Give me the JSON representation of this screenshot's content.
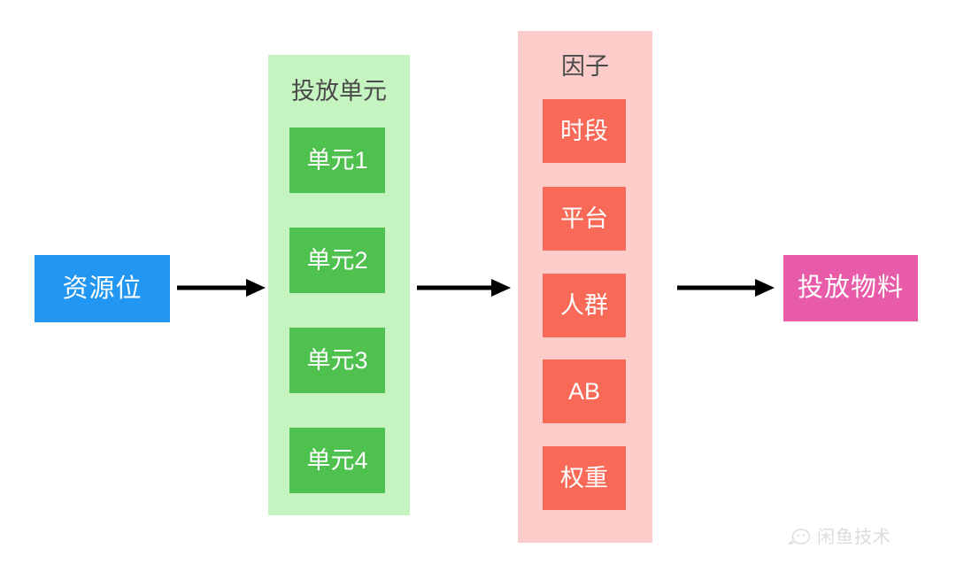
{
  "diagram": {
    "source_node": {
      "label": "资源位",
      "color": "#2196f3"
    },
    "units_group": {
      "title": "投放单元",
      "color": "#c6f4c0",
      "item_color": "#4ec14e",
      "items": [
        {
          "label": "单元1"
        },
        {
          "label": "单元2"
        },
        {
          "label": "单元3"
        },
        {
          "label": "单元4"
        }
      ]
    },
    "factors_group": {
      "title": "因子",
      "color": "#fccccb",
      "item_color": "#f86a57",
      "items": [
        {
          "label": "时段"
        },
        {
          "label": "平台"
        },
        {
          "label": "人群"
        },
        {
          "label": "AB"
        },
        {
          "label": "权重"
        }
      ]
    },
    "output_node": {
      "label": "投放物料",
      "color": "#e75ba8"
    },
    "arrows": [
      {
        "name": "arrow-source-to-units"
      },
      {
        "name": "arrow-units-to-factors"
      },
      {
        "name": "arrow-factors-to-output"
      }
    ],
    "watermark": {
      "text": "闲鱼技术",
      "icon": "wechat-bubble-icon",
      "color": "#8c8c8c"
    }
  }
}
